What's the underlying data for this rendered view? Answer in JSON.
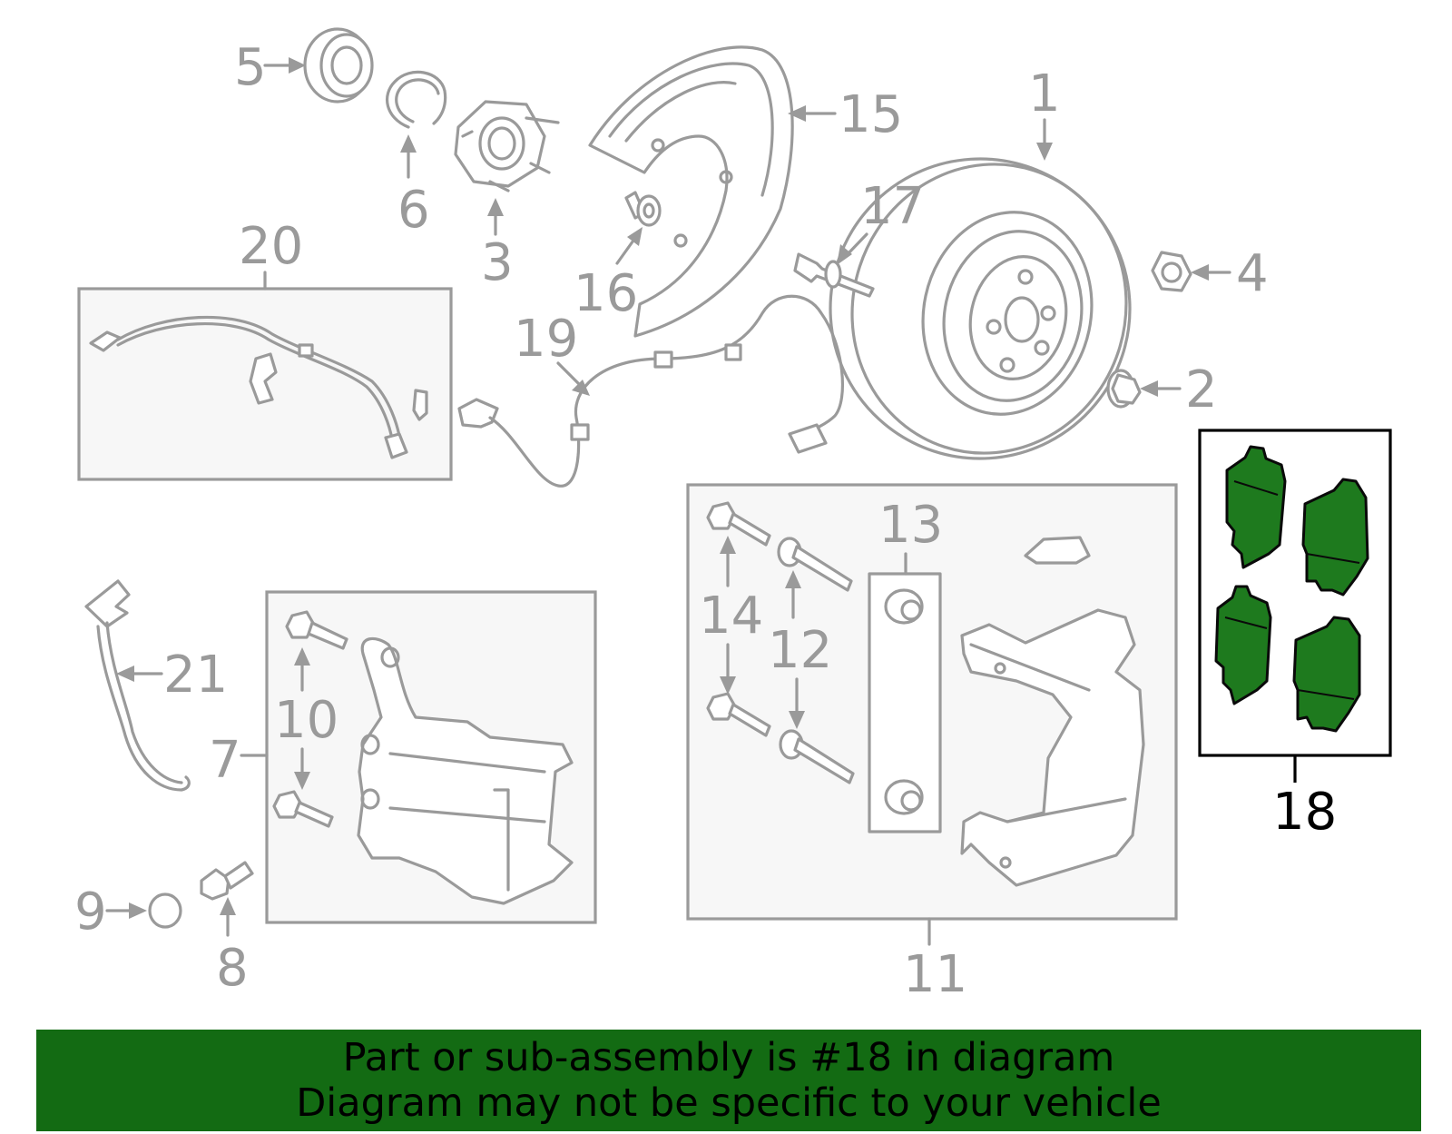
{
  "labels": {
    "p1": "1",
    "p2": "2",
    "p3": "3",
    "p4": "4",
    "p5": "5",
    "p6": "6",
    "p7": "7",
    "p8": "8",
    "p9": "9",
    "p10": "10",
    "p11": "11",
    "p12": "12",
    "p13": "13",
    "p14": "14",
    "p15": "15",
    "p16": "16",
    "p17": "17",
    "p18": "18",
    "p19": "19",
    "p20": "20",
    "p21": "21"
  },
  "highlight_part": "18",
  "colors": {
    "highlight": "#1e7a1e",
    "banner": "#136b13",
    "line": "#9a9a9a"
  },
  "banner": {
    "line1": "Part or sub-assembly is #18 in diagram",
    "line2": "Diagram may not be specific to your vehicle"
  }
}
